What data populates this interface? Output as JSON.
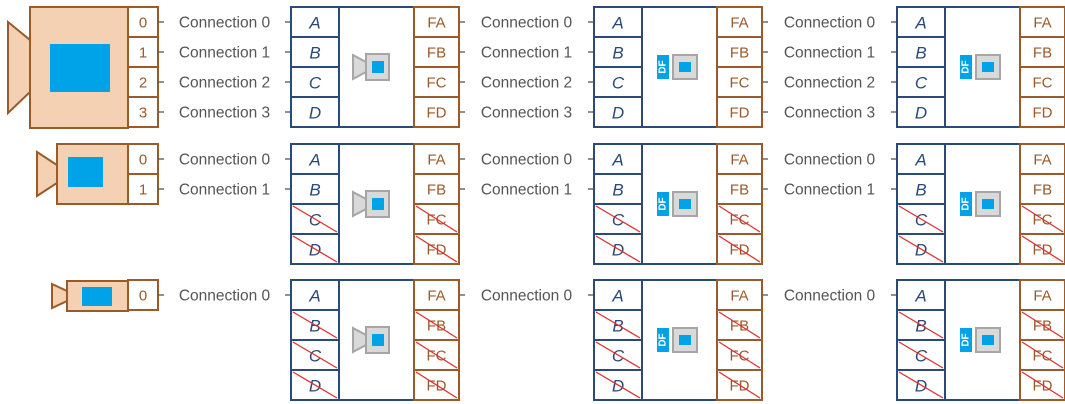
{
  "colors": {
    "brown": "#9a5a2a",
    "cam_fill": "#f4d1b3",
    "navy": "#2a4a7a",
    "cyan": "#00a2e8",
    "gray": "#a6a6a6",
    "gray_fill": "#d9d9d9",
    "strike": "#e03030",
    "text": "#555555"
  },
  "icons": {
    "source_camera": "video-camera-icon",
    "target_camera": "video-camera-icon",
    "df_badge": "df-badge-icon"
  },
  "df_label": "DF",
  "rows": [
    {
      "camera_size": "large",
      "connections": [
        {
          "port": "0",
          "label": "Connection 0"
        },
        {
          "port": "1",
          "label": "Connection 1"
        },
        {
          "port": "2",
          "label": "Connection 2"
        },
        {
          "port": "3",
          "label": "Connection 3"
        }
      ]
    },
    {
      "camera_size": "medium",
      "connections": [
        {
          "port": "0",
          "label": "Connection 0"
        },
        {
          "port": "1",
          "label": "Connection 1"
        }
      ]
    },
    {
      "camera_size": "small",
      "connections": [
        {
          "port": "0",
          "label": "Connection 0"
        }
      ]
    }
  ],
  "columns": [
    {
      "variant": "plain"
    },
    {
      "variant": "df"
    },
    {
      "variant": "df"
    }
  ],
  "inputs": [
    "A",
    "B",
    "C",
    "D"
  ],
  "outputs": [
    "FA",
    "FB",
    "FC",
    "FD"
  ]
}
